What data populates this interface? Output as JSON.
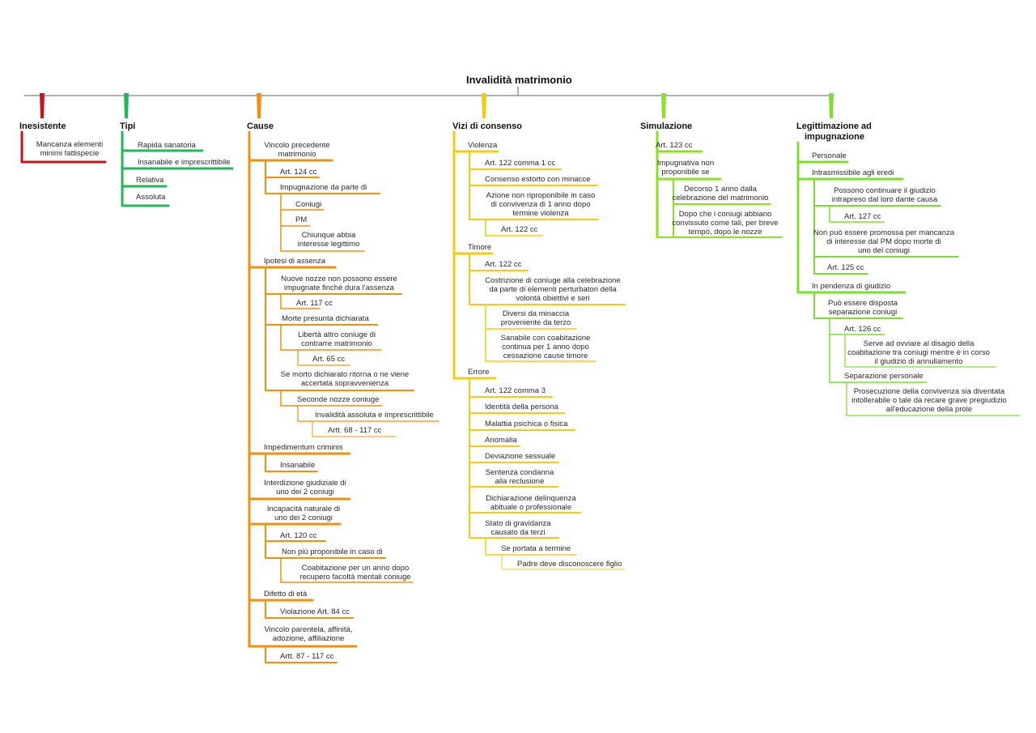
{
  "root": {
    "title": "Invalidità matrimonio"
  },
  "colors": {
    "red": "#c8141b",
    "green": "#1fba55",
    "orange": "#f0900f",
    "yellow": "#f2cc10",
    "lime": "#8ee024",
    "lime2": "#7fdd30",
    "axis": "#5a6478"
  },
  "branches": {
    "inesistente": {
      "title": "Inesistente",
      "n1": "Mancanza elementi",
      "n1b": "minimi fattispecie"
    },
    "tipi": {
      "title": "Tipi",
      "n1": "Rapida sanatoria",
      "n2": "Insanabile e imprescrittibile",
      "n3": "Relativa",
      "n4": "Assoluta"
    },
    "cause": {
      "title": "Cause",
      "vincolo": [
        "Vincolo precedente",
        "matrimonio"
      ],
      "art124": "Art. 124 cc",
      "impugnazione": "Impugnazione da parte di",
      "coniugi": "Coniugi",
      "pm": "PM",
      "chiunque": [
        "Chiunque abbia",
        "interesse legittimo"
      ],
      "ipotesi": "Ipotesi di assenza",
      "nuove": [
        "Nuove nozze non possono essere",
        "impugnate finché dura l'assenza"
      ],
      "art117": "Art. 117 cc",
      "morte": "Morte presunta dichiarata",
      "liberta": [
        "Libertà altro coniuge di",
        "contrarre matrimonio"
      ],
      "art65": "Art. 65 cc",
      "se_morto": [
        "Se morto dichiarato ritorna o ne viene",
        "accertata sopravvenienza"
      ],
      "seconde": "Seconde nozze coniuge",
      "invalidita": "Invalidità assoluta e imprescrittibile",
      "artt68": "Artt. 68 - 117 cc",
      "impedimentum": "Impedimentum criminis",
      "insanabile": "Insanabile",
      "interdizione": [
        "Interdizione giudiziale di",
        "uno dei 2 coniugi"
      ],
      "incapacita": [
        "Incapacità naturale di",
        "uno dei 2 coniugi"
      ],
      "art120": "Art. 120 cc",
      "non_piu": "Non più proponibile in caso di",
      "coabitazione": [
        "Coabitazione per un anno dopo",
        "recupero facoltà mentali coniuge"
      ],
      "difetto": "Difetto di età",
      "violazione": "Violazione Art. 84 cc",
      "vincolo_par": [
        "Vincolo parentela, affinità,",
        "adozione, affiliazione"
      ],
      "artt87": "Artt. 87 - 117 cc"
    },
    "vizi": {
      "title": "Vizi di consenso",
      "violenza": "Violenza",
      "art122c1": "Art. 122 comma 1 cc",
      "consenso": "Consenso estorto con minacce",
      "azione": [
        "Azione non riproponibile in caso",
        "di convivenza di 1 anno dopo",
        "termine violenza"
      ],
      "art122a": "Art. 122 cc",
      "timore": "Timore",
      "art122b": "Art. 122 cc",
      "costrizione": [
        "Costrizione di coniuge alla celebrazione",
        "da parte di elementi perturbatori della",
        "volontà obiettivi e seri"
      ],
      "diversi": [
        "Diversi da minaccia",
        "proveniente da terzo"
      ],
      "sanabile": [
        "Sanabile con coabitazione",
        "continua per 1 anno dopo",
        "cessazione cause timore"
      ],
      "errore": "Errore",
      "art122c3": "Art. 122 comma 3",
      "identita": "Identità della persona",
      "malattia": "Malattia psichica o fisica",
      "anomalia": "Anomalia",
      "deviazione": "Deviazione sessuale",
      "sentenza": [
        "Sentenza condanna",
        "alla reclusione"
      ],
      "dichiarazione": [
        "Dichiarazione delinquenza",
        "abituale o professionale"
      ],
      "gravidanza": [
        "Stato di gravidanza",
        "causato da terzi"
      ],
      "se_portata": "Se portata a termine",
      "padre": "Padre deve disconoscere figlio"
    },
    "simulazione": {
      "title": "Simulazione",
      "art123": "Art. 123 cc",
      "impugnativa": [
        "Impugnativa non",
        "proponibile se"
      ],
      "decorso": [
        "Decorso 1 anno dalla",
        "celebrazione del matrimonio"
      ],
      "dopo": [
        "Dopo che i coniugi abbiano",
        "convissuto come tali, per breve",
        "tempo, dopo le nozze"
      ]
    },
    "legittimazione": {
      "title": [
        "Legittimazione ad",
        "impugnazione"
      ],
      "personale": "Personale",
      "intrasmissibile": "Intrasmissibile agli eredi",
      "possono": [
        "Possono continuare il giudizio",
        "intrapreso dal loro dante causa"
      ],
      "art127": "Art. 127 cc",
      "non_puo": [
        "Non può essere promossa per mancanza",
        "di interesse dal PM dopo morte di",
        "uno dei coniugi"
      ],
      "art125": "Art. 125 cc",
      "pendenza": "In pendenza di giudizio",
      "puo": [
        "Può essere disposta",
        "separazione coniugi"
      ],
      "art126": "Art. 126 cc",
      "serve": [
        "Serve ad ovviare al disagio della",
        "coabitazione tra coniugi mentre è in corso",
        "il giudizio di annullamento"
      ],
      "separazione": "Separazione personale",
      "prosecuzione": [
        "Prosecuzione della convivenza sia diventata",
        "intollerabile o tale da recare grave pregiudizio",
        "all'educazione della prole"
      ]
    }
  }
}
